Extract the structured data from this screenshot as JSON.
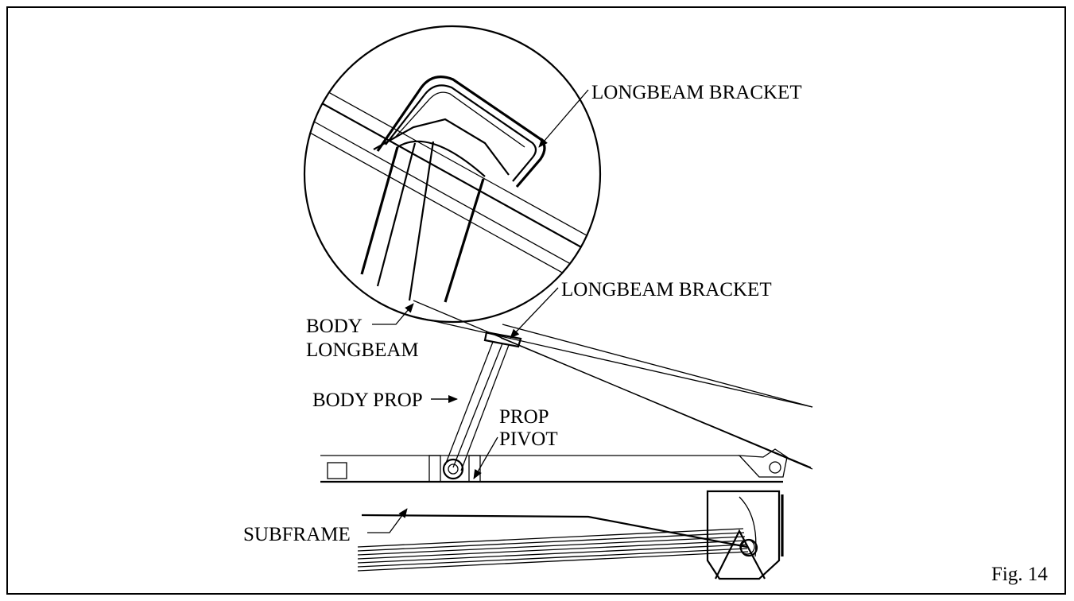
{
  "figure_label": "Fig. 14",
  "callouts": {
    "detail_bracket": "LONGBEAM BRACKET",
    "bracket": "LONGBEAM BRACKET",
    "body_longbeam_line1": "BODY",
    "body_longbeam_line2": "LONGBEAM",
    "body_prop": "BODY PROP",
    "prop_pivot_line1": "PROP",
    "prop_pivot_line2": "PIVOT",
    "subframe": "SUBFRAME"
  },
  "colors": {
    "ink": "#000000",
    "paper": "#ffffff"
  }
}
